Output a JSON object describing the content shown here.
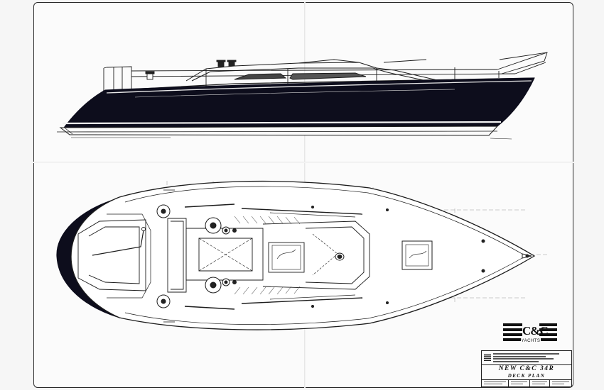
{
  "logo": {
    "text": "C&C",
    "sub": "YACHTS"
  },
  "title_block": {
    "title": "NEW C&C 34R",
    "subtitle": "DECK PLAN"
  },
  "colors": {
    "hull": "#0d0d1c",
    "line": "#1c1c1c",
    "paper": "#fbfbfb"
  }
}
